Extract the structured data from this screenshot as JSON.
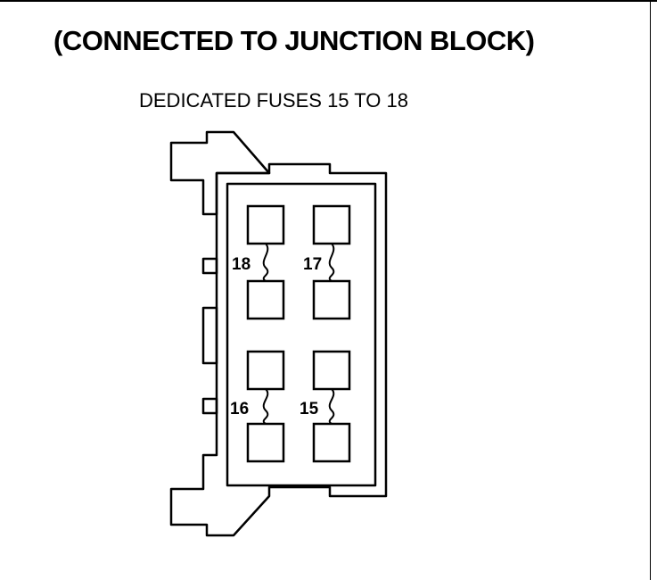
{
  "title": "(CONNECTED TO JUNCTION BLOCK)",
  "subtitle": "DEDICATED FUSES 15 TO 18",
  "fuses": [
    {
      "label": "18"
    },
    {
      "label": "17"
    },
    {
      "label": "16"
    },
    {
      "label": "15"
    }
  ],
  "colors": {
    "ink": "#000000",
    "paper": "#ffffff"
  }
}
